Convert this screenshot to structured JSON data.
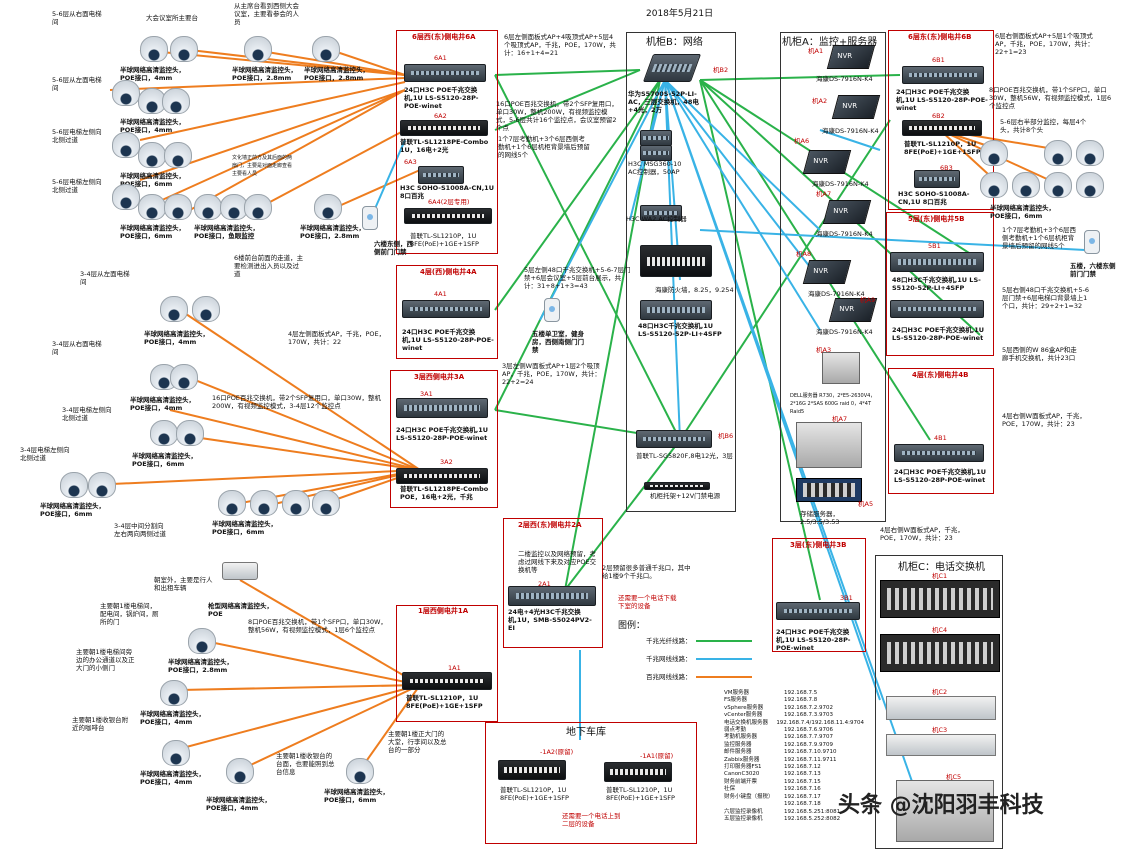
{
  "date": "2018年5月21日",
  "colors": {
    "fiber": "#2ab24a",
    "cable": "#39b3e6",
    "poe": "#ee7d1f",
    "red": "#c00000"
  },
  "cabinets": {
    "b_title": "机柜B：网络",
    "a_title": "机柜A：监控+服务器",
    "c_title": "机柜C：电话交换机"
  },
  "wells": {
    "w6a": "6层西(东)侧电井6A",
    "w6b": "6层东(东)侧电井6B",
    "w4a": "4层(西)侧电井4A",
    "w3a": "3层西侧电井3A",
    "w5b": "5层(东)侧电井5B",
    "w4b": "4层(东)侧电井4B",
    "w2a": "2层西(东)侧电井2A",
    "w3b": "3层(东)侧电井3B",
    "w1a": "1层西侧电井1A",
    "garage": "地下车库"
  },
  "tags": {
    "t6a1": "6A1",
    "t6a2": "6A2",
    "t6a3": "6A3",
    "t6a4": "6A4(2层专用)",
    "t6b1": "6B1",
    "t6b2": "6B2",
    "t6b3": "6B3",
    "t4a1": "4A1",
    "t3a1": "3A1",
    "t3a2": "3A2",
    "t5b1": "5B1",
    "t4b1": "4B1",
    "t2a1": "2A1",
    "t3b1": "3B1",
    "t1a1": "1A1",
    "g1": "-1A2(原留)",
    "g2": "-1A1(原留)",
    "ga1": "机A1",
    "ga2": "机A2",
    "ga3": "机A3",
    "ga6": "机A6",
    "ga7": "机A7",
    "ga8": "机A8",
    "ga9": "机A9",
    "ga5": "机A5",
    "ga4": "机A4",
    "gb2": "机B2",
    "gb6": "机B6",
    "gc1": "机C1",
    "gc2": "机C2",
    "gc3": "机C3",
    "gc4": "机C4",
    "gc5": "机C5"
  },
  "devices": {
    "sw6a1": "24口H3C POE千兆交换机,1U LS-S5120-28P-POE-winet",
    "sw6a2": "普联TL-SL1218PE-Combo 1U，16电+2光",
    "sw6a3": "H3C SOHO-S1008A-CN,1U 8口百兆",
    "sw6a4": "普联TL-SL1210P，1U 8FE(PoE)+1GE+1SFP",
    "sw6b1": "24口H3C POE千兆交换机,1U LS-S5120-28P-POE-winet",
    "sw6b2": "普联TL-SL1210P，1U 8FE(PoE)+1GE+1SFP",
    "sw6b3": "H3C SOHO-S1008A-CN,1U 8口百兆",
    "sw4a1": "24口H3C POE千兆交换机,1U LS-S5120-28P-POE-winet",
    "sw3a1": "24口H3C POE千兆交换机,1U LS-S5120-28P-POE-winet",
    "sw3a2": "普联TL-SL1218PE-Combo POE，16电+2光，千兆",
    "sw5b1": "48口H3C千兆交换机,1U LS-S5120-52P-LI+4SFP",
    "sw5b2": "24口H3C POE千兆交换机,1U LS-S5120-28P-POE-winet",
    "sw4b1": "24口H3C POE千兆交换机,1U LS-S5120-28P-POE-winet",
    "sw2a1": "24电+4光H3C千兆交换机,1U，SMB-S5024PV2-EI",
    "sw3b1": "24口H3C POE千兆交换机,1U LS-S5120-28P-POE-winet",
    "sw1a1": "普联TL-SL1210P，1U 8FE(PoE)+1GE+1SFP",
    "swg1": "普联TL-SL1210P，1U 8FE(PoE)+1GE+1SFP",
    "swg2": "普联TL-SL1210P，1U 8FE(PoE)+1GE+1SFP",
    "core": "华为S5700S-52P-LI-AC，三层交换机，48电+4光，2万",
    "ac": "H3C MSG360-10 AC控制器，50AP",
    "ac2": "H3C WA2 AC控制器",
    "fw": "海康防火墙，8.25，9.254",
    "sw48": "48口H3C千兆交换机,1U LS-S5120-52P-LI+4SFP",
    "tl": "普联TL-SG5820F,8电12光，3层",
    "pdu": "机柜托架+12V门禁电源",
    "nvr1": "海康DS-7916N-K4",
    "nvr2": "海康DS-7916N-K4",
    "nvr3": "海康DS-7916N-K4",
    "nvr4": "海康DS-7916N-K4",
    "nvr5": "海康DS-7916N-K4",
    "nvr6": "海康DS-7916N-K4",
    "nvr_badge": "NVR",
    "dell": "DELL服务器 R730，2*E5-2630V4，2*16G 2*SAS 600G raid 0，4*4T Raid5",
    "storage": "存储服务器，2.5/3.5/3.53"
  },
  "notes": {
    "n6a1": "6层左侧面板式AP+4吸顶式AP+5层4个吸顶式AP，千兆，POE，170W，共计：16+1+4=21",
    "n6a2": "16口POE百兆交换机，带2个SFP复用口，单口30W，整机200W，有视频监控模式，5-6层共计16个监控点，会议室预留2个点",
    "n6a3": "1个7层考勤机+3个6层西侧考勤机+1个6层机柜背景墙后预留的网线5个",
    "n6b1": "6层右侧面板式AP+5层1个吸顶式AP，千兆，POE，170W，共计：22+1=23",
    "n6b2": "8口POE百兆交换机，带1个SFP口，单口30W，整机56W，有视频监控模式，1层6个监控点",
    "n6b3": "5-6层右半部分监控，每层4个头，共计8个头",
    "n5b1": "1个7层考勤机+3个6层西侧考勤机+1个6层机柜背景墙后预留的网线5个",
    "n5b2": "5层右侧48口千兆交换机+5-6层门禁+6层电梯口背景墙上1个口，共计：29+2+1=32",
    "n5b3": "5层西侧的W 86盒AP和走廊手机交换机，共计23口",
    "n4a": "4层左侧面板式AP，千兆，POE，170W，共计：22",
    "n5a": "5层左侧48口千兆交换机+5-6-7层门禁+6层会议室+5层前台展示，共计：31+8+1+3=43",
    "n3a1": "3层左侧W面板式AP+1层2个吸顶AP，千兆，POE，170W，共计：22+2=24",
    "n3a2": "16口POE百兆交换机，带2个SFP复用口，单口30W，整机200W，有视频监控模式，3-4层12个监控点",
    "n4b": "4层右侧W面板式AP，千兆，POE，170W，共计：23",
    "n3b": "4层右侧W面板式AP，千兆，POE，170W，共计：23",
    "n2a": "二楼监控以及网络预留，考虑过网线下来及对应POE交换机等",
    "n2a2": "2层预留很多普通千兆口，其中给1楼9个千兆口。",
    "n1a": "8口POE百兆交换机，带1个SFP口，单口30W，整机56W，有视频监控模式，1层6个监控点",
    "nred1": "还需要一个电话下载下室的设备",
    "nred2": "还需要一个电话上到二层的设备",
    "n6lift": "6楼前台前面的走道，主要检测进出入员以及过道",
    "nface6": "六楼东侧，西侧前门门禁",
    "nface5": "五楼，六楼东侧前门门禁",
    "nface2": "五楼单卫室，健身房，西侧南侧门门禁",
    "nmeet": "大会议室所主要台",
    "nmeet2": "从主席台看到西侧大会议室，主要看参会的人员",
    "n_hall": "文化墙正前方及其后面的两扇门，主要是对面走廊查看主要看人员",
    "n_lift1": "5-6层从右面电梯间",
    "n_lift2": "5-6层从左面电梯间",
    "n_n6": "5-6层电梯左侧向北侧过道",
    "n_n5": "5-6层电梯左侧向北侧过道",
    "n34a": "3-4层从左面电梯间",
    "n34b": "3-4层从右面电梯间",
    "n34c": "3-4层电梯左侧向北侧过道",
    "n34d": "3-4层电梯左侧向北侧过道",
    "n34e": "3-4层中间分割向左右两向两侧过道",
    "n1f_out": "朝室外，主要是行人和出租车辆",
    "n1f_a": "主要朝1楼电梯间，配电间，锅炉间，厕所的门",
    "n1f_b": "主要朝1楼电梯间旁边的办公通道以及正大门的小侧门",
    "n1f_c": "主要朝1楼收银台附近的咖啡台",
    "n1f_d": "主要朝1楼正大门的大堂，行李间以及总台的一部分",
    "n1f_e": "主要朝1楼收银台的台面，也要能照到总台信息"
  },
  "cam_labels": {
    "c1": "半球网络高清监控头，POE接口，4mm",
    "c2": "半球网络高清监控头，POE接口，2.8mm",
    "c3": "半球网络高清监控头，POE接口，2.8mm",
    "c4": "半球网络高清监控头，POE接口，4mm",
    "c5": "半球网络高清监控头，POE接口，6mm",
    "c6": "半球网络高清监控头，POE接口，6mm",
    "c7": "半球网络高清监控头，POE接口，鱼眼监控",
    "c8": "半球网络高清监控头，POE接口，2.8mm",
    "c9": "半球网络高清监控头，POE接口，4mm",
    "c10": "半球网络高清监控头，POE接口，4mm",
    "c11": "半球网络高清监控头，POE接口，6mm",
    "c12": "半球网络高清监控头，POE接口，6mm",
    "c13": "半球网络高清监控头，POE接口，6mm",
    "c14": "枪型网络高清监控头，POE",
    "c15": "半球网络高清监控头，POE接口，2.8mm",
    "c16": "半球网络高清监控头，POE接口，4mm",
    "c17": "半球网络高清监控头，POE接口，4mm",
    "c18": "半球网络高清监控头，POE接口，4mm",
    "c19": "半球网络高清监控头，POE接口，6mm"
  },
  "legend": {
    "title": "图例：",
    "fiber": "千兆光纤线路：",
    "cable": "千兆网线线路：",
    "poe": "百兆网线线路："
  },
  "ip_table": [
    [
      "VM服务器",
      "192.168.7.5"
    ],
    [
      "FS服务器",
      "192.168.7.8"
    ],
    [
      "vSphere服务器",
      "192.168.7.2.9702"
    ],
    [
      "vCenter服务器",
      "192.168.7.3.9703"
    ],
    [
      "电话交换机服务器",
      "192.168.7.4/192.168.11.4:9704"
    ],
    [
      "弱点考勤",
      "192.168.7.6.9706"
    ],
    [
      "考勤机服务器",
      "192.168.7.7.9707"
    ],
    [
      "监控服务器",
      "192.168.7.9.9709"
    ],
    [
      "邮件服务器",
      "192.168.7.10.9710"
    ],
    [
      "Zabbix服务器",
      "192.168.7.11.9711"
    ],
    [
      "打印服务器FS1",
      "192.168.7.12"
    ],
    [
      "CanonC3020",
      "192.168.7.13"
    ],
    [
      "",
      ""
    ],
    [
      "财务前端开票",
      "192.168.7.15"
    ],
    [
      "社保",
      "192.168.7.16"
    ],
    [
      "财务小键盘（报税）",
      "192.168.7.17"
    ],
    [
      "",
      "192.168.7.18"
    ],
    [
      "六层监控录像机",
      "192.168.5.251:8081"
    ],
    [
      "五层监控录像机",
      "192.168.5.252:8082"
    ]
  ],
  "watermark": "头条 @沈阳羽丰科技"
}
